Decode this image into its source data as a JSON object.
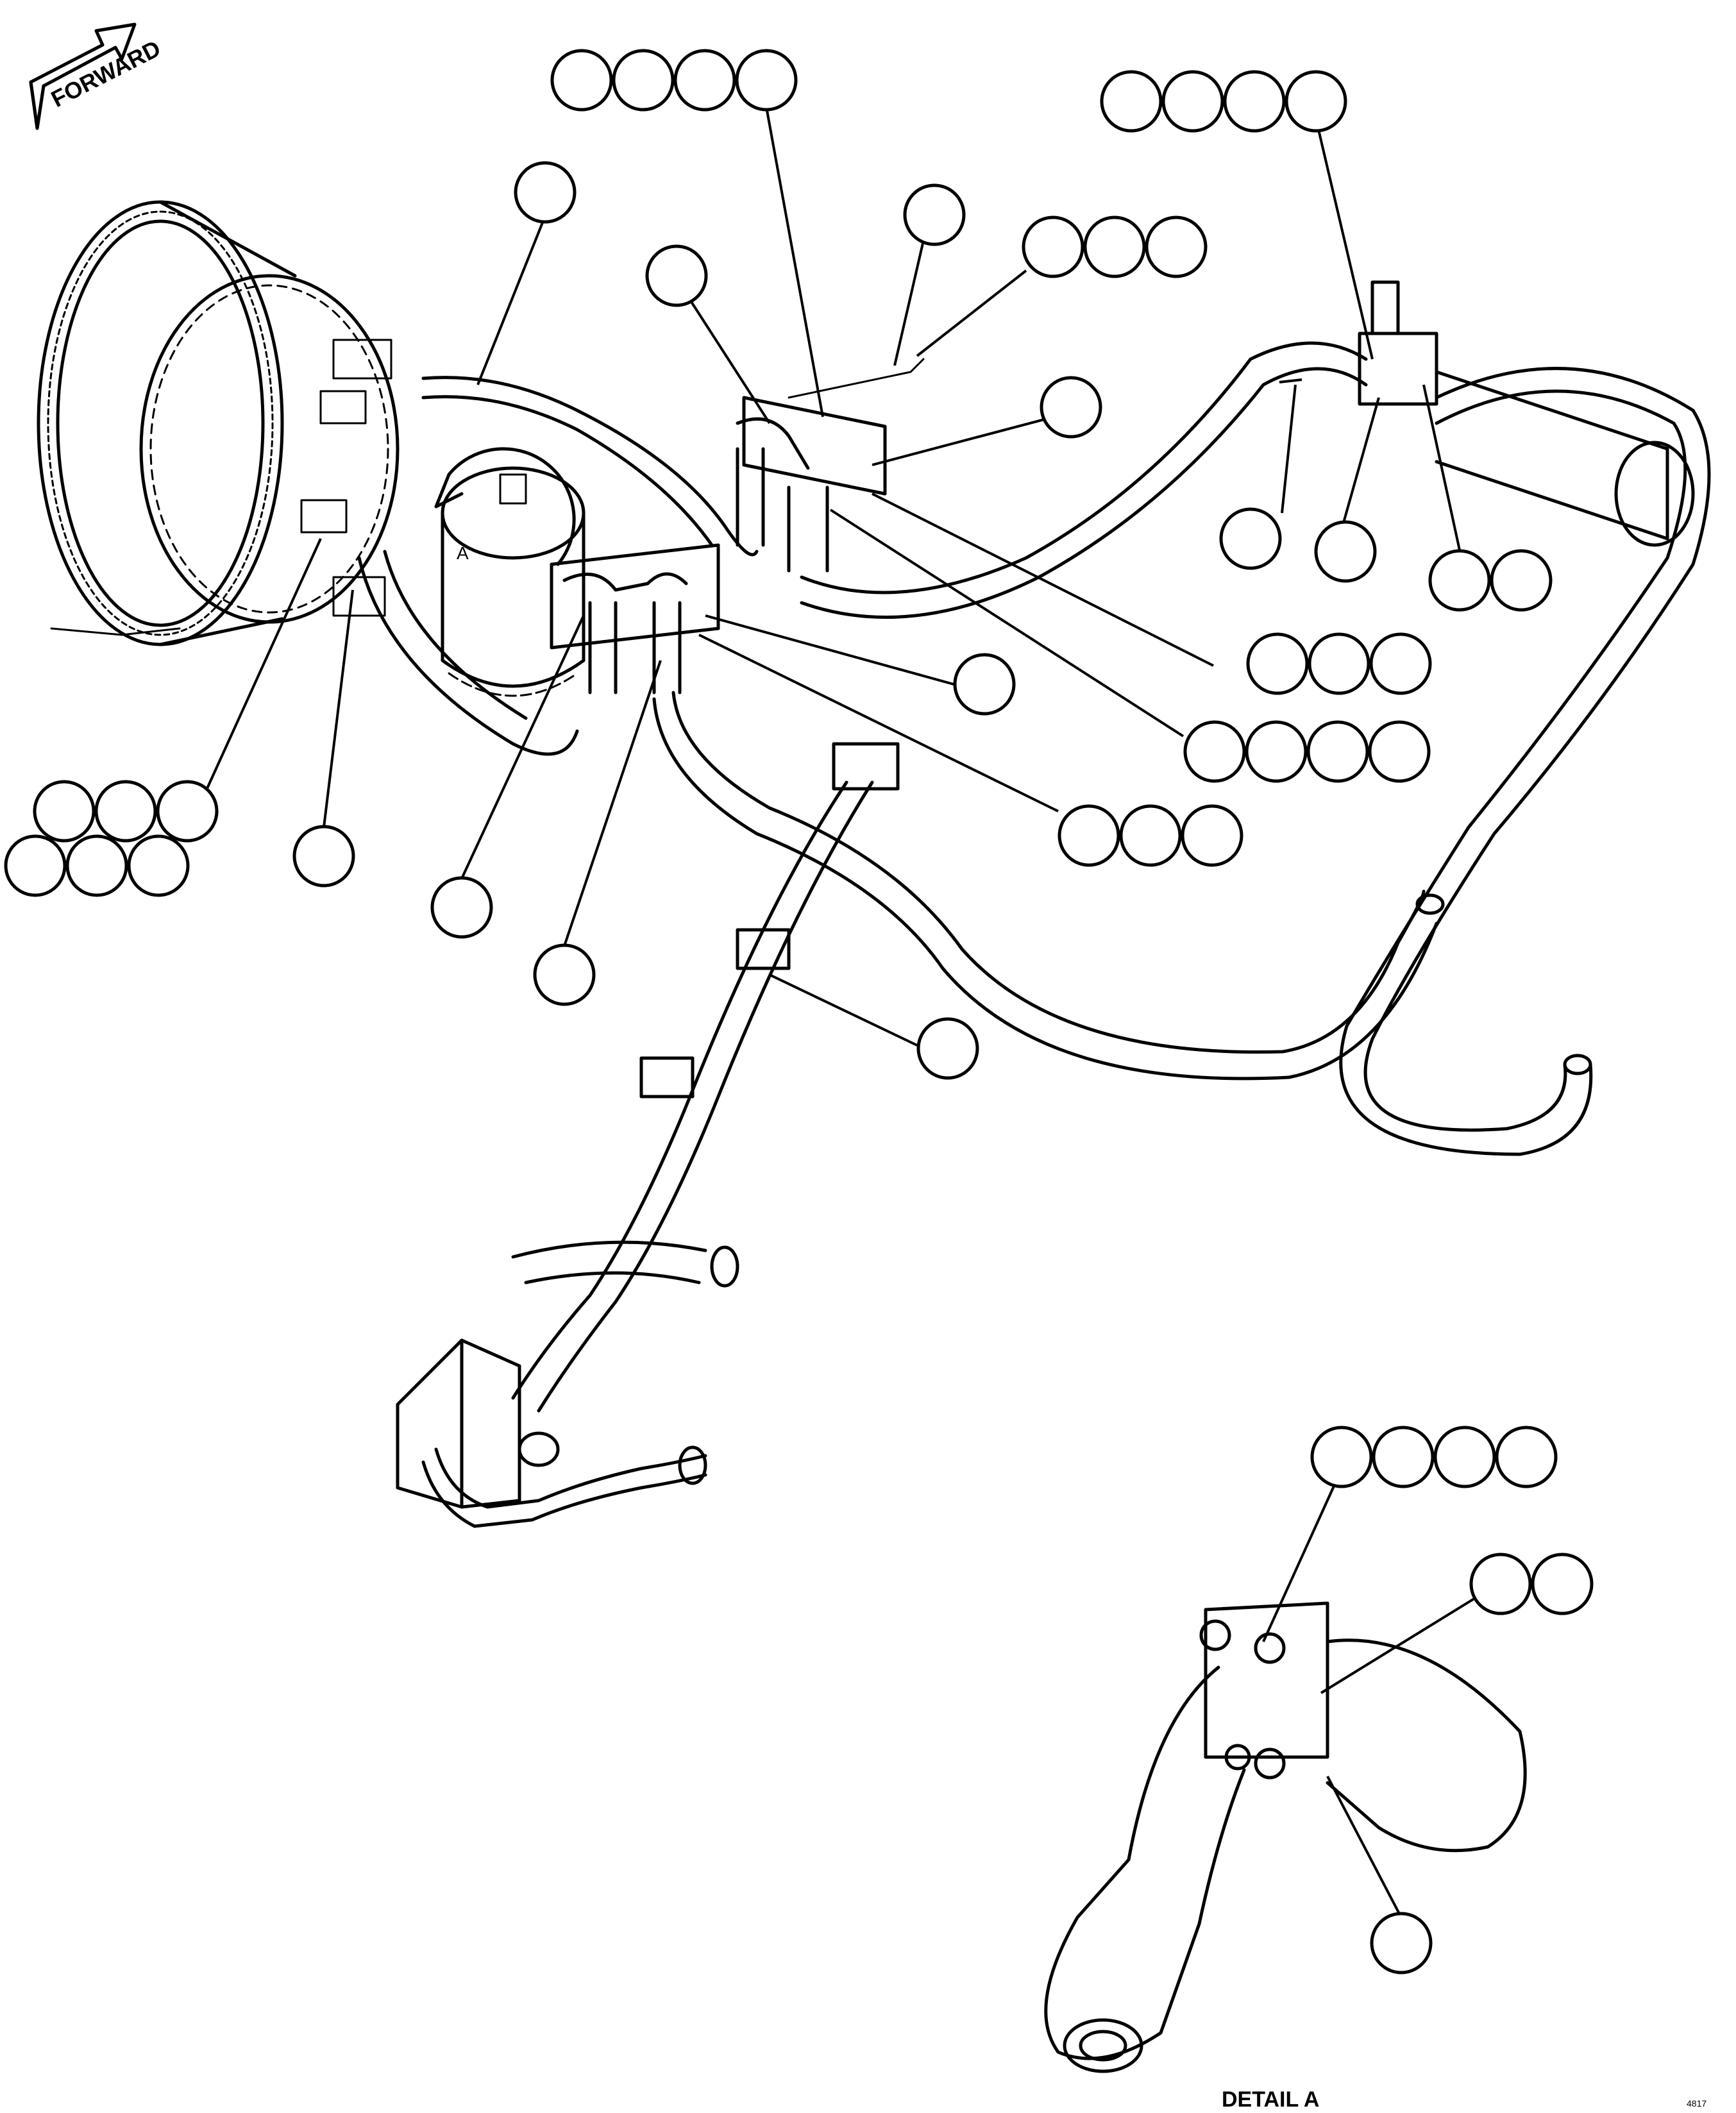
{
  "forward_arrow": {
    "label": "FORWARD"
  },
  "detail_callout": {
    "label": "A"
  },
  "detail_caption": {
    "label": "DETAIL A"
  },
  "figure_number": {
    "label": "4817"
  },
  "balloon_groups_count_note": "",
  "colors": {
    "ink": "#000000",
    "paper": "#ffffff"
  }
}
